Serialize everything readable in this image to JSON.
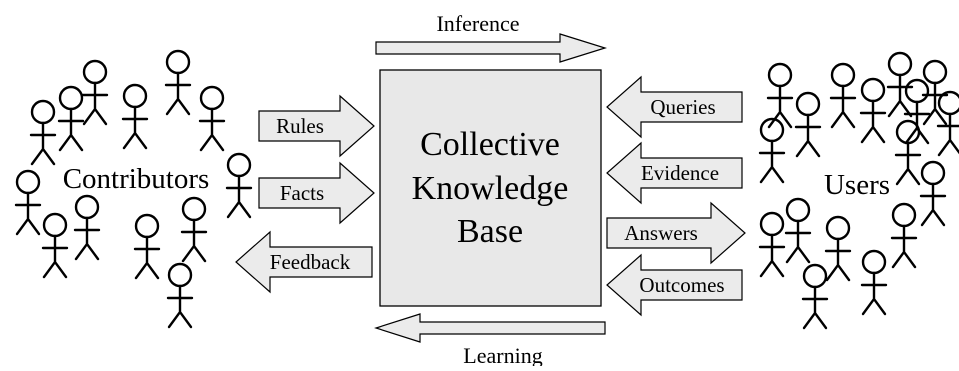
{
  "center": {
    "line1": "Collective",
    "line2": "Knowledge",
    "line3": "Base"
  },
  "top_label": "Inference",
  "bottom_label": "Learning",
  "left": {
    "group_label": "Contributors",
    "rules": "Rules",
    "facts": "Facts",
    "feedback": "Feedback"
  },
  "right": {
    "group_label": "Users",
    "queries": "Queries",
    "evidence": "Evidence",
    "answers": "Answers",
    "outcomes": "Outcomes"
  },
  "icons": {
    "person": "stick-figure-icon"
  }
}
